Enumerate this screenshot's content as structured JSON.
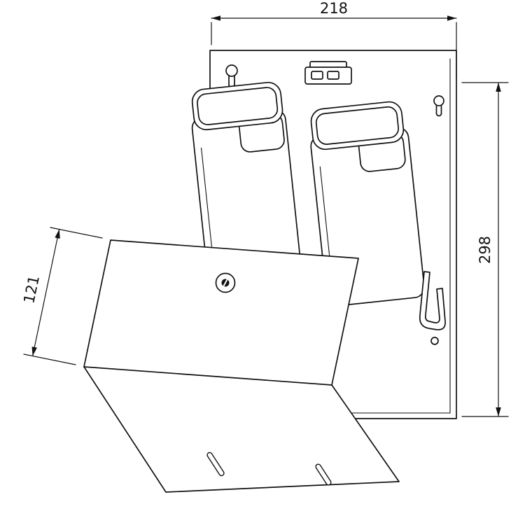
{
  "drawing": {
    "type": "technical-line-drawing",
    "subject": "wall-mounted-dual-cartridge-dispenser-with-cover",
    "colors": {
      "line": "#111111",
      "background": "#ffffff"
    },
    "dimensions": {
      "width": "218",
      "height": "298",
      "depth": "121"
    }
  }
}
